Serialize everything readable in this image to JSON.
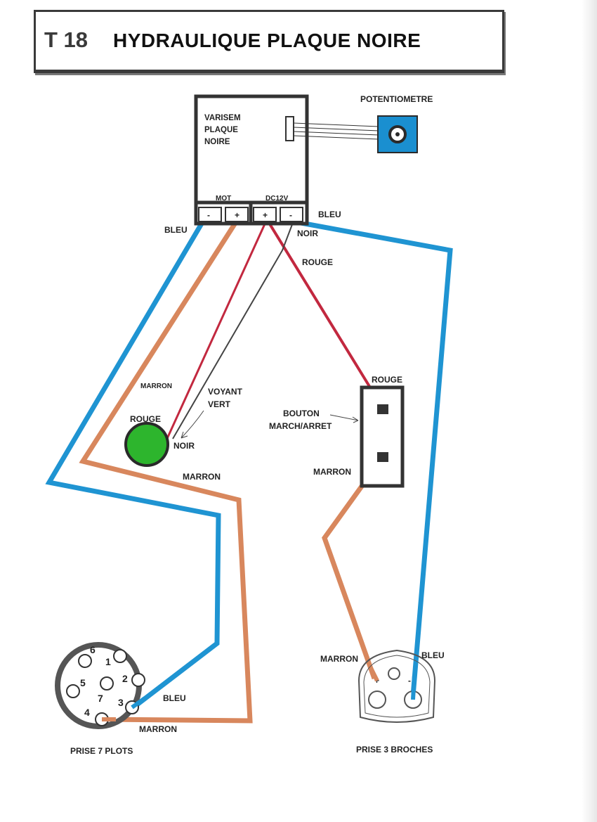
{
  "title": {
    "code": "T 18",
    "main": "HYDRAULIQUE PLAQUE NOIRE"
  },
  "controller": {
    "name_lines": [
      "VARISEM",
      "PLAQUE",
      "NOIRE"
    ],
    "mot_label": "MOT",
    "dc_label": "DC12V",
    "terminals": [
      "-",
      "+",
      "+",
      "-"
    ]
  },
  "potentiometer": {
    "label": "POTENTIOMETRE",
    "color": "#1a8fd0"
  },
  "indicator": {
    "voyant_line1": "VOYANT",
    "voyant_line2": "VERT",
    "rouge": "ROUGE",
    "noir": "NOIR",
    "color": "#2db52d"
  },
  "switch": {
    "rouge": "ROUGE",
    "bouton_line1": "BOUTON",
    "bouton_line2": "MARCH/ARRET",
    "marron": "MARRON"
  },
  "wire_labels": {
    "bleu_left": "BLEU",
    "bleu_right": "BLEU",
    "noir": "NOIR",
    "rouge": "ROUGE",
    "marron_upper": "MARRON",
    "marron_mid": "MARRON"
  },
  "prise7": {
    "label": "PRISE 7 PLOTS",
    "pins": [
      "1",
      "2",
      "3",
      "4",
      "5",
      "6",
      "7"
    ],
    "bleu": "BLEU",
    "marron": "MARRON"
  },
  "prise3": {
    "label": "PRISE 3 BROCHES",
    "marron": "MARRON",
    "bleu": "BLEU",
    "plus": "+",
    "minus": "-"
  },
  "colors": {
    "bleu": "#1f94d2",
    "marron": "#d8875d",
    "rouge": "#c2283f",
    "noir": "#444444",
    "frame": "#333333"
  }
}
